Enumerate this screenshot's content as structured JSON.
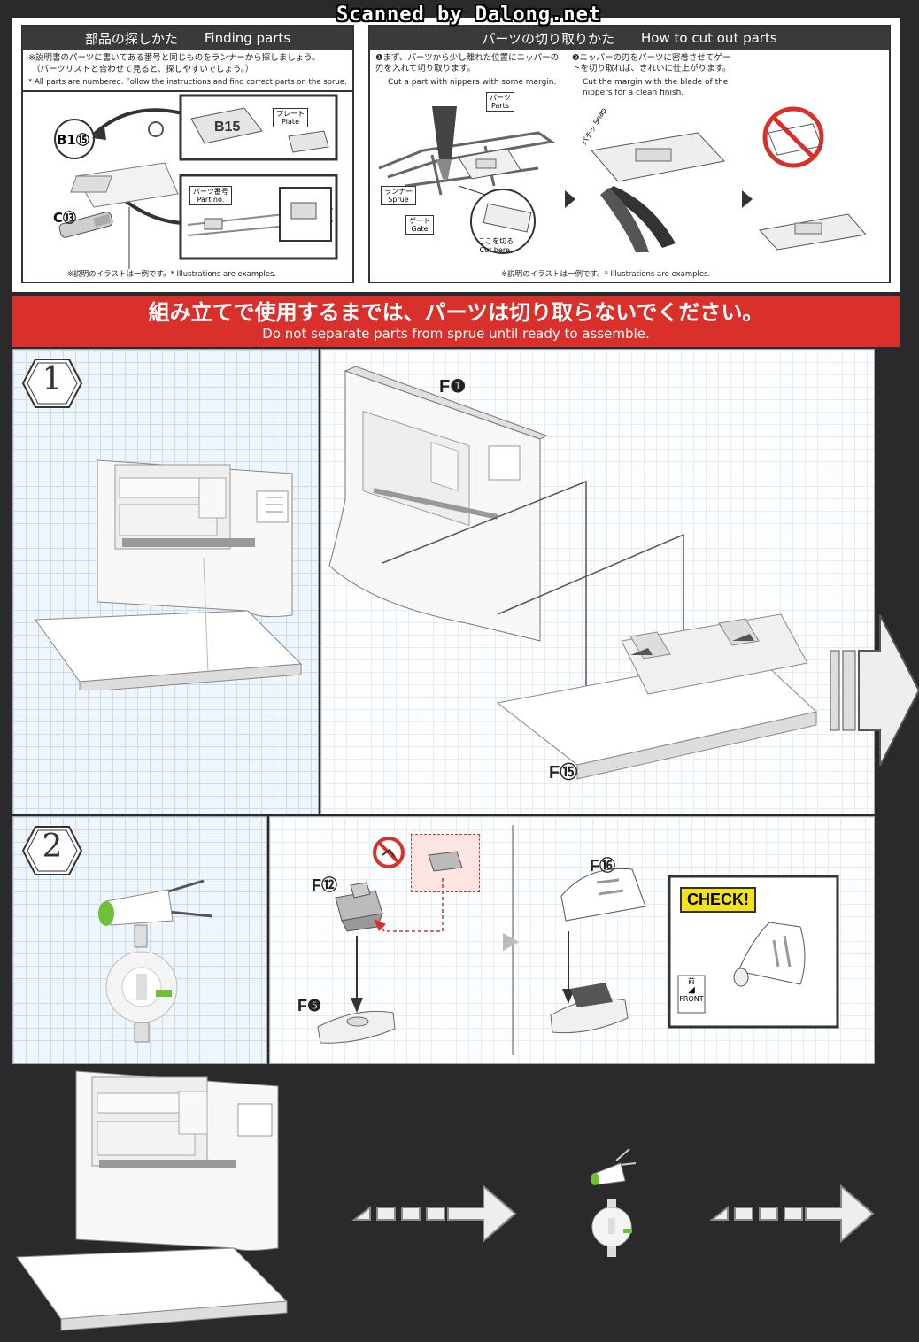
{
  "watermark": "Scanned by Dalong.net",
  "finding_parts": {
    "title_jp": "部品の探しかた",
    "title_en": "Finding parts",
    "note_jp_1": "※説明書のパーツに書いてある番号と同じものをランナーから探しましょう。",
    "note_jp_2": "（パーツリストと合わせて見ると、探しやすいでしょう。）",
    "note_en": "* All parts are numbered. Follow the instructions and find correct parts on the sprue.",
    "label_b15": "B1⑮",
    "label_c13": "C⑬",
    "plate_jp": "プレート",
    "plate_en": "Plate",
    "partno_jp": "パーツ番号",
    "partno_en": "Part no.",
    "footer": "※説明のイラストは一例です。* Illustrations are examples."
  },
  "cut_parts": {
    "title_jp": "パーツの切り取りかた",
    "title_en": "How to cut out parts",
    "step1_jp": "❶まず、パーツから少し離れた位置にニッパーの刃を入れて切り取ります。",
    "step1_en": "Cut a part with nippers with some margin.",
    "step2_jp": "❷ニッパーの刃をパーツに密着させてゲートを切り取れば、きれいに仕上がります。",
    "step2_en": "Cut the margin with the blade of the nippers for a clean finish.",
    "parts_jp": "パーツ",
    "parts_en": "Parts",
    "runner_jp": "ランナー",
    "runner_en": "Sprue",
    "gate_jp": "ゲート",
    "gate_en": "Gate",
    "cut_jp": "ここを切る",
    "cut_en": "Cut here.",
    "snap_jp": "パチッ",
    "snap_en": "Snap",
    "footer": "※説明のイラストは一例です。* Illustrations are examples."
  },
  "warning": {
    "jp": "組み立てで使用するまでは、パーツは切り取らないでください。",
    "en": "Do not separate parts from sprue until ready to assemble."
  },
  "step1": {
    "number": "1",
    "part_f1": "F❶",
    "part_f15": "F⑮"
  },
  "step2": {
    "number": "2",
    "part_f12": "F⑫",
    "part_f5": "F❺",
    "part_f16": "F⑯",
    "check": "CHECK!",
    "front_jp": "前",
    "front_en": "FRONT"
  },
  "colors": {
    "warning_red": "#d9302c",
    "check_yellow": "#f2e21c",
    "accent_green": "#6fbf3a"
  }
}
